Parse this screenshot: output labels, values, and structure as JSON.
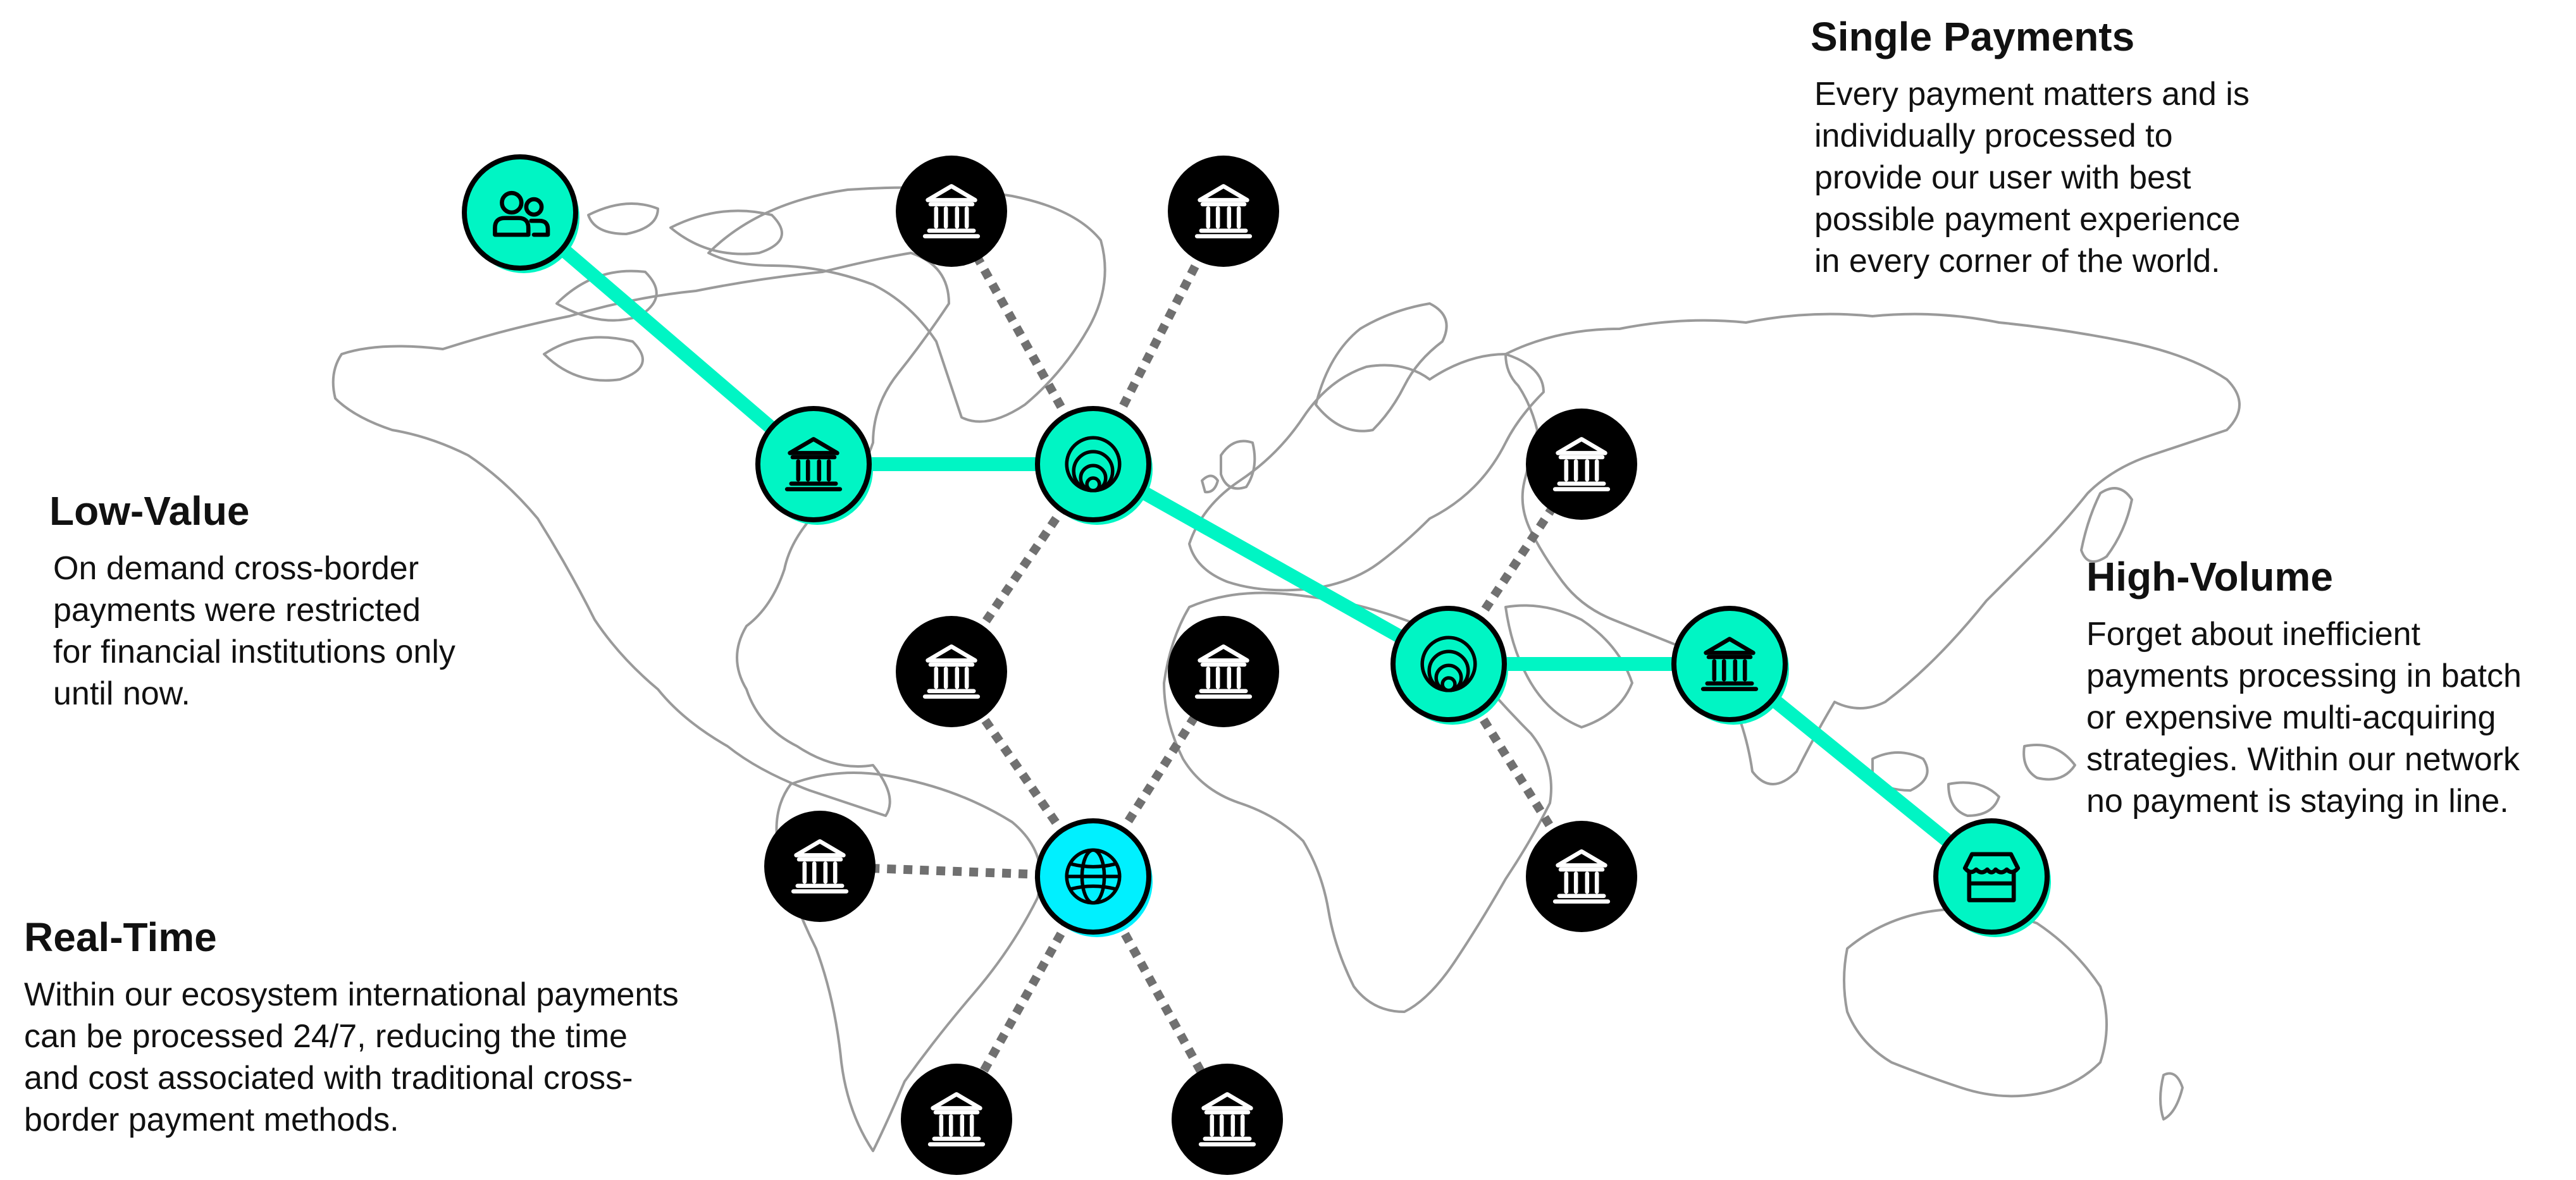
{
  "colors": {
    "accent": "#00F5C4",
    "accent_blue": "#00F0FF",
    "node_dark": "#000000",
    "dotted_link": "#707070",
    "map_outline": "#9A9A9A",
    "text": "#111111"
  },
  "sections": {
    "single_payments": {
      "title": "Single Payments",
      "body": "Every payment matters and is\nindividually processed to\nprovide our user with best\npossible payment experience\nin every corner of the world."
    },
    "low_value": {
      "title": "Low-Value",
      "body": "On demand cross-border\npayments were restricted\nfor financial institutions only\nuntil now."
    },
    "high_volume": {
      "title": "High-Volume",
      "body": "Forget about inefficient\npayments processing in batch\nor expensive multi-acquiring\nstrategies. Within our network\nno payment is staying in line."
    },
    "real_time": {
      "title": "Real-Time",
      "body": "Within our ecosystem international payments\ncan be processed 24/7, reducing the time\nand cost associated with traditional cross-\nborder payment methods."
    }
  },
  "nodes": [
    {
      "id": "users",
      "icon": "users-icon",
      "style": "accent"
    },
    {
      "id": "bank-na",
      "icon": "bank-icon",
      "style": "accent"
    },
    {
      "id": "hub-europe",
      "icon": "concentric-circles-icon",
      "style": "accent"
    },
    {
      "id": "hub-asia",
      "icon": "concentric-circles-icon",
      "style": "accent"
    },
    {
      "id": "bank-india",
      "icon": "bank-icon",
      "style": "accent"
    },
    {
      "id": "store",
      "icon": "store-icon",
      "style": "accent"
    },
    {
      "id": "hub-global",
      "icon": "globe-icon",
      "style": "accent_blue"
    },
    {
      "id": "bank-top-1",
      "icon": "bank-icon",
      "style": "dark"
    },
    {
      "id": "bank-top-2",
      "icon": "bank-icon",
      "style": "dark"
    },
    {
      "id": "bank-mid-left",
      "icon": "bank-icon",
      "style": "dark"
    },
    {
      "id": "bank-mid-right",
      "icon": "bank-icon",
      "style": "dark"
    },
    {
      "id": "bank-global-left",
      "icon": "bank-icon",
      "style": "dark"
    },
    {
      "id": "bank-bottom-1",
      "icon": "bank-icon",
      "style": "dark"
    },
    {
      "id": "bank-bottom-2",
      "icon": "bank-icon",
      "style": "dark"
    },
    {
      "id": "bank-asia-top",
      "icon": "bank-icon",
      "style": "dark"
    },
    {
      "id": "bank-asia-bottom",
      "icon": "bank-icon",
      "style": "dark"
    }
  ],
  "links": [
    {
      "from": "users",
      "to": "bank-na",
      "type": "solid"
    },
    {
      "from": "bank-na",
      "to": "hub-europe",
      "type": "solid"
    },
    {
      "from": "hub-europe",
      "to": "hub-asia",
      "type": "solid"
    },
    {
      "from": "hub-asia",
      "to": "bank-india",
      "type": "solid"
    },
    {
      "from": "bank-india",
      "to": "store",
      "type": "solid"
    },
    {
      "from": "hub-europe",
      "to": "bank-top-1",
      "type": "dotted"
    },
    {
      "from": "hub-europe",
      "to": "bank-top-2",
      "type": "dotted"
    },
    {
      "from": "hub-europe",
      "to": "bank-mid-left",
      "type": "dotted"
    },
    {
      "from": "hub-global",
      "to": "bank-mid-left",
      "type": "dotted"
    },
    {
      "from": "hub-global",
      "to": "bank-mid-right",
      "type": "dotted"
    },
    {
      "from": "hub-global",
      "to": "bank-global-left",
      "type": "dotted"
    },
    {
      "from": "hub-global",
      "to": "bank-bottom-1",
      "type": "dotted"
    },
    {
      "from": "hub-global",
      "to": "bank-bottom-2",
      "type": "dotted"
    },
    {
      "from": "hub-asia",
      "to": "bank-asia-top",
      "type": "dotted"
    },
    {
      "from": "hub-asia",
      "to": "bank-asia-bottom",
      "type": "dotted"
    }
  ]
}
